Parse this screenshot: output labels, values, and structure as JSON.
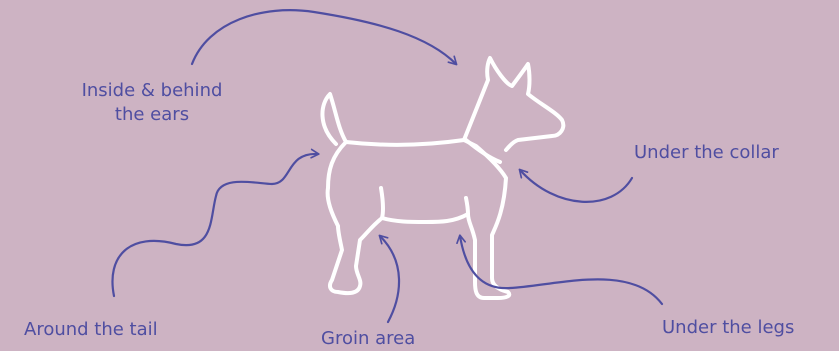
{
  "labels": {
    "ears_line1": "Inside & behind",
    "ears_line2": "the ears",
    "collar": "Under the collar",
    "tail": "Around the tail",
    "groin": "Groin area",
    "legs": "Under the legs"
  },
  "colors": {
    "background": "#cdb3c3",
    "accent": "#4f4ea1",
    "outline": "#ffffff"
  },
  "icons": [
    "dog-outline-icon",
    "arrow-icon"
  ]
}
